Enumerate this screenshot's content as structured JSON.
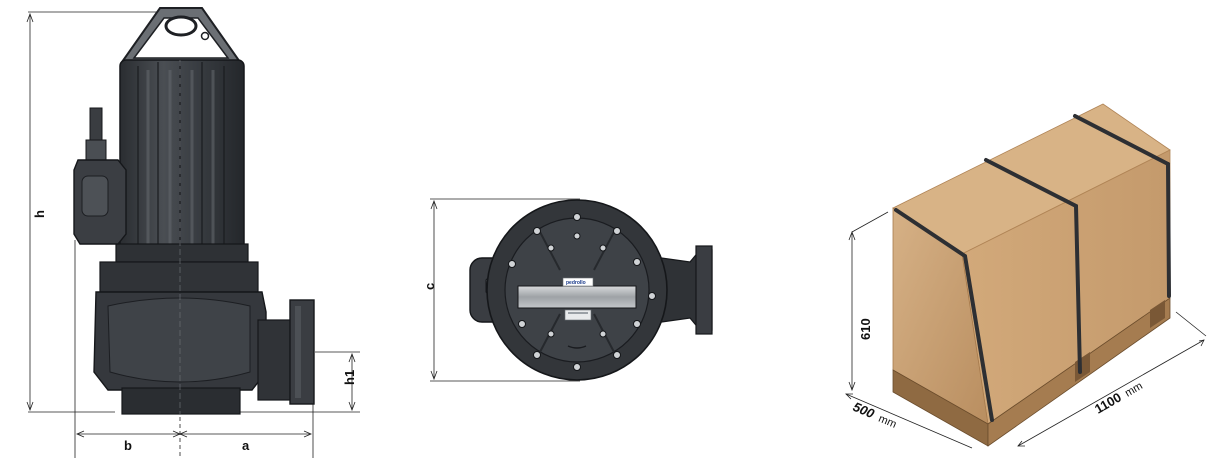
{
  "front_view": {
    "dimensions": {
      "h": "h",
      "b": "b",
      "a": "a",
      "h1": "h1"
    }
  },
  "top_view": {
    "dimensions": {
      "c": "c"
    },
    "brand_plate": "pedrollo"
  },
  "package": {
    "height_label": "610",
    "depth_value": "500",
    "depth_unit": "mm",
    "length_value": "1100",
    "length_unit": "mm"
  },
  "colors": {
    "pump_body": "#3a3d40",
    "pump_dark": "#22252a",
    "pump_highlight": "#5a5e63",
    "box_front": "#c8a072",
    "box_top": "#d4ad80",
    "box_side": "#b8895c",
    "strap": "#2d2f33"
  }
}
